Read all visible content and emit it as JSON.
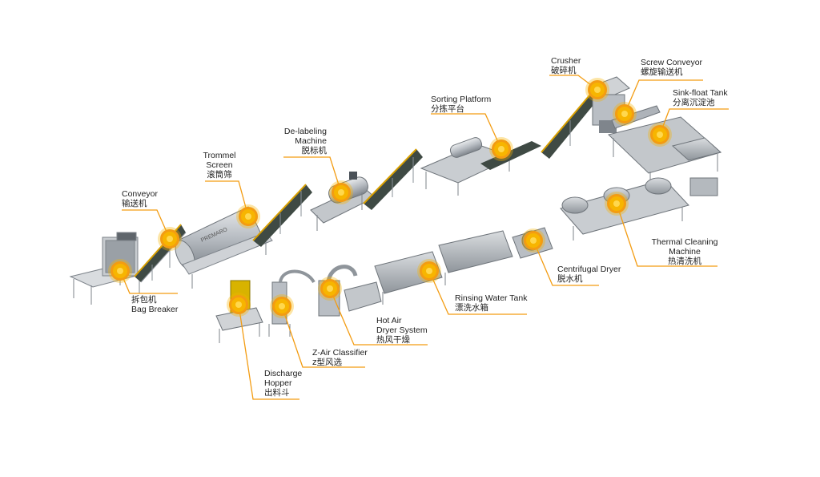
{
  "colors": {
    "accent": "#f39c12",
    "marker": "#f7b500",
    "steel": "#b9bec4",
    "belt": "#3f4a44",
    "frame": "#8a9097"
  },
  "stations": [
    {
      "id": "bag-breaker",
      "en": "Bag Breaker",
      "cn": "拆包机"
    },
    {
      "id": "conveyor",
      "en": "Conveyor",
      "cn": "输送机"
    },
    {
      "id": "trommel-screen",
      "en": "Trommel Screen",
      "cn": "滚筒筛"
    },
    {
      "id": "de-labeling-machine",
      "en": "De-labeling Machine",
      "cn": "脱标机"
    },
    {
      "id": "sorting-platform",
      "en": "Sorting Platform",
      "cn": "分拣平台"
    },
    {
      "id": "crusher",
      "en": "Crusher",
      "cn": "破碎机"
    },
    {
      "id": "screw-conveyor",
      "en": "Screw Conveyor",
      "cn": "螺旋输送机"
    },
    {
      "id": "sink-float-tank",
      "en": "Sink-float Tank",
      "cn": "分离沉淀池"
    },
    {
      "id": "thermal-cleaning-machine",
      "en": "Thermal Cleaning Machine",
      "cn": "热清洗机"
    },
    {
      "id": "centrifugal-dryer",
      "en": "Centrifugal Dryer",
      "cn": "脱水机"
    },
    {
      "id": "rinsing-water-tank",
      "en": "Rinsing Water Tank",
      "cn": "漂洗水箱"
    },
    {
      "id": "hot-air-dryer-system",
      "en": "Hot Air Dryer System",
      "cn": "热风干燥"
    },
    {
      "id": "z-air-classifier",
      "en": "Z-Air Classifier",
      "cn": "z型风选"
    },
    {
      "id": "discharge-hopper",
      "en": "Discharge Hopper",
      "cn": "出料斗"
    }
  ],
  "labels": {
    "bag_breaker": {
      "en": "Bag Breaker",
      "cn": "拆包机"
    },
    "conveyor": {
      "en": "Conveyor",
      "cn": "输送机"
    },
    "trommel_1": "Trommel",
    "trommel_2": "Screen",
    "trommel_cn": "滚筒筛",
    "delabel_1": "De-labeling",
    "delabel_2": "Machine",
    "delabel_cn": "脱标机",
    "sorting": {
      "en": "Sorting Platform",
      "cn": "分拣平台"
    },
    "crusher": {
      "en": "Crusher",
      "cn": "破碎机"
    },
    "screw": {
      "en": "Screw Conveyor",
      "cn": "螺旋输送机"
    },
    "sink": {
      "en": "Sink-float Tank",
      "cn": "分离沉淀池"
    },
    "thermal_1": "Thermal Cleaning",
    "thermal_2": "Machine",
    "thermal_cn": "热清洗机",
    "centrifugal": {
      "en": "Centrifugal Dryer",
      "cn": "脱水机"
    },
    "rinsing": {
      "en": "Rinsing Water Tank",
      "cn": "漂洗水箱"
    },
    "hotair_1": "Hot Air",
    "hotair_2": "Dryer System",
    "hotair_cn": "热风干燥",
    "zair": {
      "en": "Z-Air Classifier",
      "cn": "z型风选"
    },
    "discharge_1": "Discharge",
    "discharge_2": "Hopper",
    "discharge_cn": "出料斗"
  }
}
